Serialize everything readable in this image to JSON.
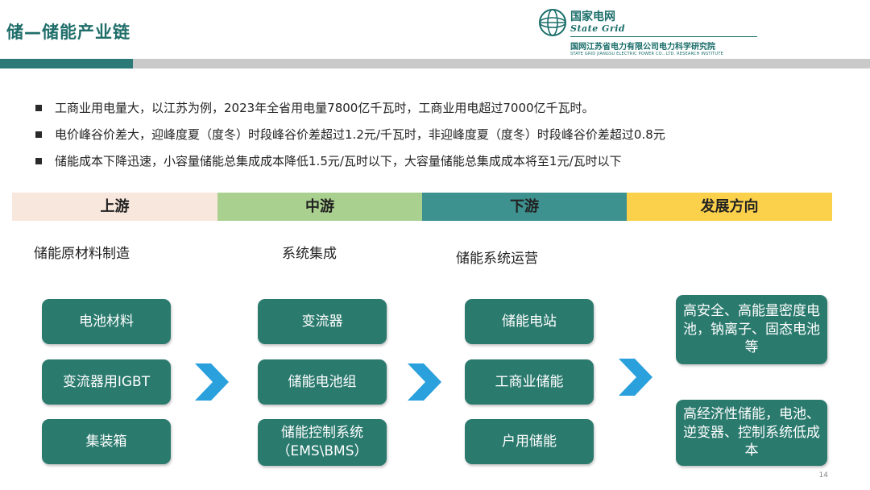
{
  "title": "储—储能产业链",
  "logo": {
    "cn": "国家电网",
    "en": "State Grid",
    "institute": "国网江苏省电力有限公司电力科学研究院",
    "institute_en": "STATE GRID JIANGSU ELECTRIC POWER CO., LTD. RESEARCH INSTITUTE"
  },
  "bullets": [
    "工商业用电量大，以江苏为例，2023年全省用电量7800亿千瓦时，工商业用电超过7000亿千瓦时。",
    "电价峰谷价差大，迎峰度夏（度冬）时段峰谷价差超过1.2元/千瓦时，非迎峰度夏（度冬）时段峰谷价差超过0.8元",
    "储能成本下降迅速，小容量储能总集成成本降低1.5元/瓦时以下，大容量储能总集成成本将至1元/瓦时以下"
  ],
  "bands": [
    {
      "label": "上游",
      "color": "#f8e7dc"
    },
    {
      "label": "中游",
      "color": "#a9d08e"
    },
    {
      "label": "下游",
      "color": "#3d918f"
    },
    {
      "label": "发展方向",
      "color": "#fbd14b"
    }
  ],
  "columns": {
    "upstream": {
      "subtitle": "储能原材料制造",
      "items": [
        "电池材料",
        "变流器用IGBT",
        "集装箱"
      ]
    },
    "midstream": {
      "subtitle": "系统集成",
      "items": [
        "变流器",
        "储能电池组",
        "储能控制系统（EMS\\BMS）"
      ]
    },
    "downstream": {
      "subtitle": "储能系统运营",
      "items": [
        "储能电站",
        "工商业储能",
        "户用储能"
      ]
    },
    "direction": {
      "items": [
        "高安全、高能量密度电池，钠离子、固态电池等",
        "高经济性储能，电池、逆变器、控制系统低成本"
      ]
    }
  },
  "page_number": "14",
  "colors": {
    "accent": "#2b7a77",
    "box": "#2b7a6e",
    "arrow": "#2aa0dc"
  }
}
